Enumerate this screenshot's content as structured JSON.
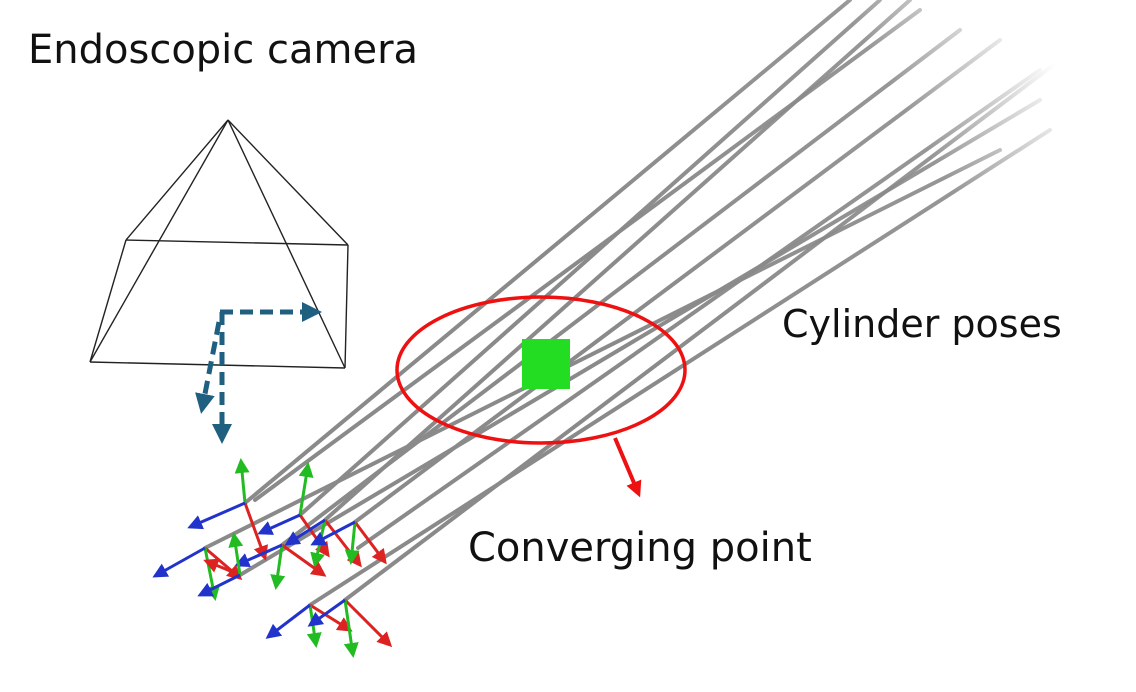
{
  "labels": {
    "camera": "Endoscopic camera",
    "cylinders": "Cylinder poses",
    "converging": "Converging point"
  },
  "colors": {
    "cylinder": "#8a8a8a",
    "camera_frame": "#222222",
    "camera_axes": "#1f5f80",
    "target": "#22dd22",
    "highlight": "#ee1111",
    "axis_x": "#dd2222",
    "axis_y": "#22bb22",
    "axis_z": "#2233cc"
  }
}
